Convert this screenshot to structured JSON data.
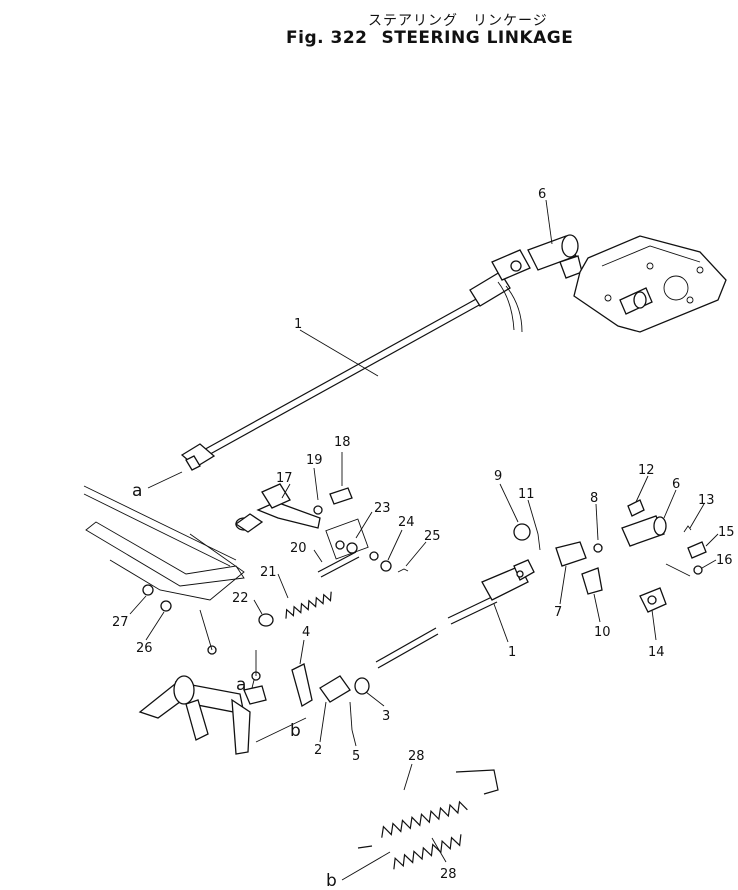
{
  "header": {
    "jp_title": "ステアリング　リンケージ",
    "fig_label": "Fig. 322",
    "fig_name": "STEERING LINKAGE"
  },
  "callouts": {
    "c1a": "1",
    "c1b": "1",
    "c2": "2",
    "c3": "3",
    "c4": "4",
    "c5": "5",
    "c6a": "6",
    "c6b": "6",
    "c7": "7",
    "c8": "8",
    "c9": "9",
    "c10": "10",
    "c11": "11",
    "c12": "12",
    "c13": "13",
    "c14": "14",
    "c15": "15",
    "c16": "16",
    "c17": "17",
    "c18": "18",
    "c19": "19",
    "c20": "20",
    "c21": "21",
    "c22": "22",
    "c23": "23",
    "c24": "24",
    "c25": "25",
    "c26": "26",
    "c27": "27",
    "c28a": "28",
    "c28b": "28"
  },
  "letters": {
    "a1": "a",
    "a2": "a",
    "b1": "b",
    "b2": "b"
  }
}
